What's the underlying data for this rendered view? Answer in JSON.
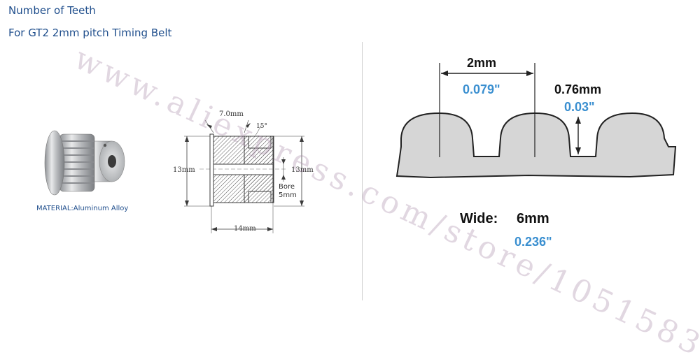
{
  "header": {
    "line1": "Number of Teeth",
    "line2": "For GT2 2mm pitch Timing Belt"
  },
  "pulley": {
    "material": "MATERIAL:Aluminum Alloy"
  },
  "drawing": {
    "top_dim": "7.0mm",
    "angle": "15°",
    "left_height": "13mm",
    "right_height": "13mm",
    "bore_label": "Bore",
    "bore_value": "5mm",
    "width": "14mm"
  },
  "belt": {
    "pitch_mm": "2mm",
    "pitch_in": "0.079\"",
    "depth_mm": "0.76mm",
    "depth_in": "0.03\"",
    "wide_label": "Wide:",
    "wide_mm": "6mm",
    "wide_in": "0.236\""
  },
  "watermark": "www.aliexpress.com/store/1051583",
  "colors": {
    "header_text": "#1f4e8c",
    "inch_text": "#3a8fd0",
    "belt_fill": "#d6d6d6",
    "drawing_line": "#3b3b3b"
  }
}
